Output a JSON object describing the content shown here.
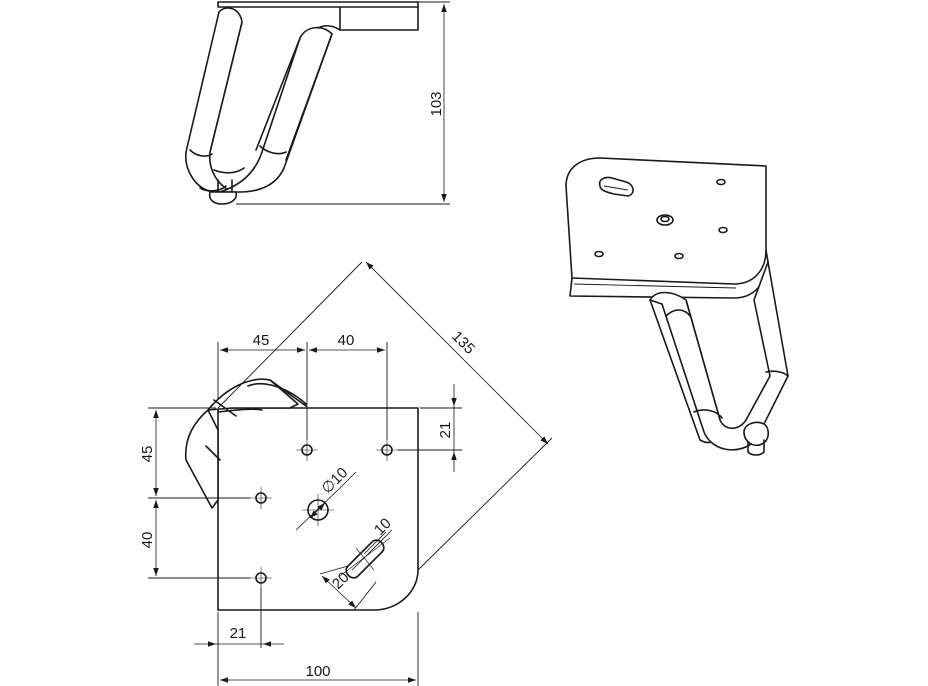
{
  "dimensions": {
    "height": "103",
    "diagonal": "135",
    "hole_offset_x_1": "45",
    "hole_offset_x_2": "40",
    "edge_offset_right": "21",
    "hole_offset_y_1": "45",
    "hole_offset_y_2": "40",
    "edge_offset_bottom": "21",
    "width": "100",
    "center_hole_diameter": "∅10",
    "slot_width": "10",
    "slot_length": "20"
  },
  "colors": {
    "line": "#1a1a1a",
    "background": "#ffffff"
  }
}
